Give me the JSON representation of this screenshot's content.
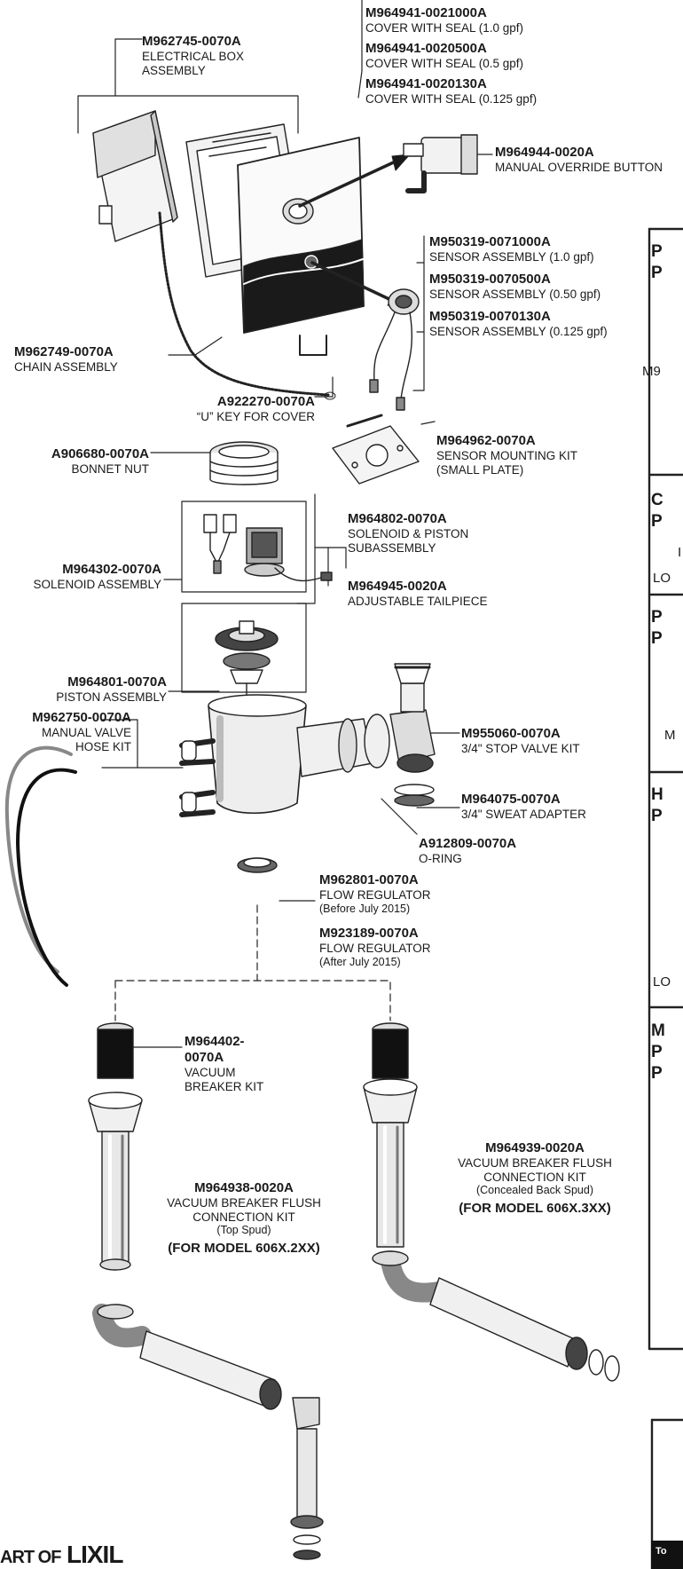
{
  "parts": [
    {
      "id": "cover-1",
      "pn": "M964941-0021000A",
      "desc": "COVER WITH SEAL (1.0 gpf)"
    },
    {
      "id": "cover-05",
      "pn": "M964941-0020500A",
      "desc": "COVER WITH SEAL (0.5 gpf)"
    },
    {
      "id": "cover-0125",
      "pn": "M964941-0020130A",
      "desc": "COVER WITH SEAL (0.125 gpf)"
    },
    {
      "id": "electrical-box",
      "pn": "M962745-0070A",
      "desc": "ELECTRICAL BOX ASSEMBLY"
    },
    {
      "id": "manual-override",
      "pn": "M964944-0020A",
      "desc": "MANUAL OVERRIDE BUTTON"
    },
    {
      "id": "sensor-1",
      "pn": "M950319-0071000A",
      "desc": "SENSOR ASSEMBLY (1.0 gpf)"
    },
    {
      "id": "sensor-05",
      "pn": "M950319-0070500A",
      "desc": "SENSOR ASSEMBLY (0.50 gpf)"
    },
    {
      "id": "sensor-0125",
      "pn": "M950319-0070130A",
      "desc": "SENSOR ASSEMBLY (0.125 gpf)"
    },
    {
      "id": "chain",
      "pn": "M962749-0070A",
      "desc": "CHAIN ASSEMBLY"
    },
    {
      "id": "u-key",
      "pn": "A922270-0070A",
      "desc": "“U” KEY FOR COVER"
    },
    {
      "id": "bonnet-nut",
      "pn": "A906680-0070A",
      "desc": "BONNET NUT"
    },
    {
      "id": "sensor-mount",
      "pn": "M964962-0070A",
      "desc": "SENSOR MOUNTING KIT (SMALL PLATE)"
    },
    {
      "id": "solenoid-piston",
      "pn": "M964802-0070A",
      "desc": "SOLENOID & PISTON SUBASSEMBLY"
    },
    {
      "id": "solenoid",
      "pn": "M964302-0070A",
      "desc": "SOLENOID ASSEMBLY"
    },
    {
      "id": "tailpiece",
      "pn": "M964945-0020A",
      "desc": "ADJUSTABLE TAILPIECE"
    },
    {
      "id": "piston",
      "pn": "M964801-0070A",
      "desc": "PISTON ASSEMBLY"
    },
    {
      "id": "hose-kit",
      "pn": "M962750-0070A",
      "desc": "MANUAL VALVE HOSE KIT"
    },
    {
      "id": "stop-valve",
      "pn": "M955060-0070A",
      "desc": "3/4\" STOP VALVE KIT"
    },
    {
      "id": "sweat-adapter",
      "pn": "M964075-0070A",
      "desc": "3/4\" SWEAT ADAPTER"
    },
    {
      "id": "o-ring",
      "pn": "A912809-0070A",
      "desc": "O-RING"
    },
    {
      "id": "flow-reg-before",
      "pn": "M962801-0070A",
      "desc": "FLOW REGULATOR",
      "note": "(Before July 2015)"
    },
    {
      "id": "flow-reg-after",
      "pn": "M923189-0070A",
      "desc": "FLOW REGULATOR",
      "note": "(After July 2015)"
    },
    {
      "id": "vacuum-breaker",
      "pn": "M964402-0070A",
      "desc": "VACUUM BREAKER KIT"
    },
    {
      "id": "flush-top",
      "pn": "M964938-0020A",
      "desc": "VACUUM BREAKER FLUSH CONNECTION KIT",
      "note": "(Top Spud)",
      "model": "(FOR MODEL 606X.2XX)"
    },
    {
      "id": "flush-back",
      "pn": "M964939-0020A",
      "desc": "VACUUM BREAKER FLUSH CONNECTION KIT",
      "note": "(Concealed Back Spud)",
      "model": "(FOR MODEL 606X.3XX)"
    }
  ],
  "side_panel": {
    "cells": [
      [
        "P",
        "P"
      ],
      [
        "C",
        "P"
      ],
      [
        "P",
        "P"
      ],
      [
        "H",
        "P"
      ],
      [
        "M",
        "P",
        "P"
      ]
    ],
    "fragments": [
      "M9",
      "I",
      "LO",
      "M",
      "LO"
    ],
    "to_label": "To"
  },
  "brand": {
    "prefix": "A PART OF",
    "name": "LIXIL",
    "shown_prefix": "ART OF",
    "shown_name": "LIXIL"
  }
}
